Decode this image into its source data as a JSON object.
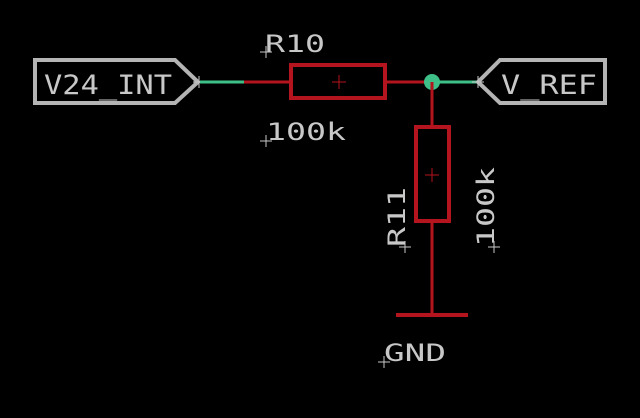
{
  "schematic": {
    "net_labels": {
      "input": "V24_INT",
      "output": "V_REF"
    },
    "resistors": [
      {
        "ref": "R10",
        "value": "100k"
      },
      {
        "ref": "R11",
        "value": "100k"
      }
    ],
    "ground": {
      "label": "GND"
    },
    "colors": {
      "background": "#000000",
      "wire": "#3fbf88",
      "junction": "#3fbf88",
      "component": "#b4141e",
      "label_frame": "#b4b4b4",
      "text": "#c8c8c8"
    }
  }
}
